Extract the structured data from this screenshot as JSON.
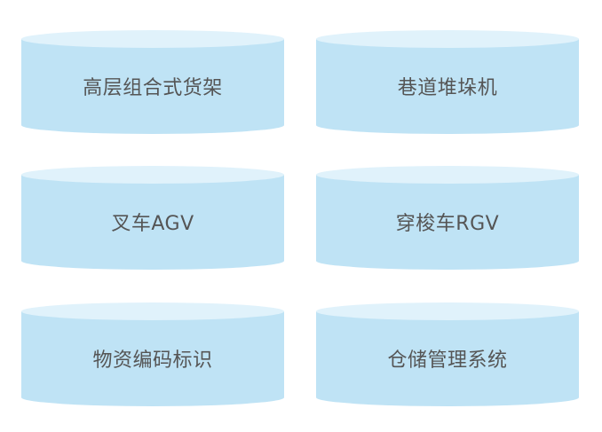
{
  "colors": {
    "body": "#bfe3f5",
    "top": "#e0f2fb",
    "text": "#555555"
  },
  "cylinders": [
    {
      "label": "高层组合式货架"
    },
    {
      "label": "巷道堆垛机"
    },
    {
      "label": "叉车AGV"
    },
    {
      "label": "穿梭车RGV"
    },
    {
      "label": "物资编码标识"
    },
    {
      "label": "仓储管理系统"
    }
  ]
}
